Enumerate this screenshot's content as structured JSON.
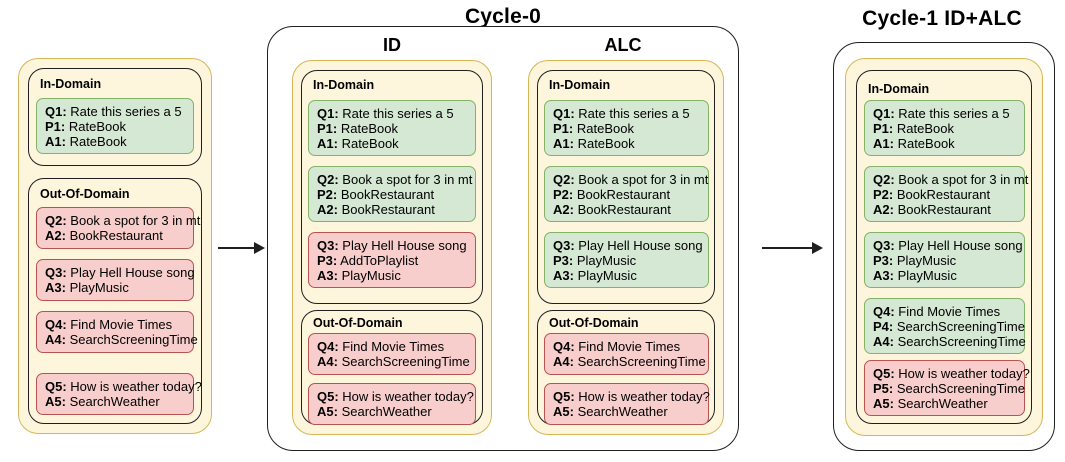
{
  "diagram": {
    "title_left": "",
    "titles": {
      "cycle0": "Cycle-0",
      "cycle1": "Cycle-1 ID+ALC"
    },
    "column_titles": {
      "id": "ID",
      "alc": "ALC"
    },
    "group_labels": {
      "in_domain": "In-Domain",
      "out_of_domain": "Out-Of-Domain"
    },
    "colors": {
      "panel_fill": "#fdf6dc",
      "panel_border": "#d6b656",
      "green_fill": "#d5e8d4",
      "green_border": "#82b366",
      "pink_fill": "#f8cecc",
      "pink_border": "#b85450",
      "outline": "#1f1f1f"
    }
  },
  "left_panel": {
    "in_domain": [
      {
        "tone": "green",
        "lines": [
          {
            "key": "Q1:",
            "value": "Rate this series a 5"
          },
          {
            "key": "P1:",
            "value": "RateBook"
          },
          {
            "key": "A1:",
            "value": "RateBook"
          }
        ]
      }
    ],
    "out_of_domain": [
      {
        "tone": "pink",
        "lines": [
          {
            "key": "Q2:",
            "value": "Book a spot for 3 in mt"
          },
          {
            "key": "A2:",
            "value": "BookRestaurant"
          }
        ]
      },
      {
        "tone": "pink",
        "lines": [
          {
            "key": "Q3:",
            "value": "Play Hell House song"
          },
          {
            "key": "A3:",
            "value": "PlayMusic"
          }
        ]
      },
      {
        "tone": "pink",
        "lines": [
          {
            "key": "Q4:",
            "value": "Find Movie Times"
          },
          {
            "key": "A4:",
            "value": "SearchScreeningTime"
          }
        ]
      },
      {
        "tone": "pink",
        "lines": [
          {
            "key": "Q5:",
            "value": "How is weather today?"
          },
          {
            "key": "A5:",
            "value": "SearchWeather"
          }
        ]
      }
    ]
  },
  "cycle0": {
    "id_column": {
      "in_domain": [
        {
          "tone": "green",
          "lines": [
            {
              "key": "Q1:",
              "value": "Rate this series a 5"
            },
            {
              "key": "P1:",
              "value": "RateBook"
            },
            {
              "key": "A1:",
              "value": "RateBook"
            }
          ]
        },
        {
          "tone": "green",
          "lines": [
            {
              "key": "Q2:",
              "value": "Book a spot for 3 in mt"
            },
            {
              "key": "P2:",
              "value": "BookRestaurant"
            },
            {
              "key": "A2:",
              "value": "BookRestaurant"
            }
          ]
        },
        {
          "tone": "pink",
          "lines": [
            {
              "key": "Q3:",
              "value": "Play Hell House song"
            },
            {
              "key": "P3:",
              "value": "AddToPlaylist"
            },
            {
              "key": "A3:",
              "value": "PlayMusic"
            }
          ]
        }
      ],
      "out_of_domain": [
        {
          "tone": "pink",
          "lines": [
            {
              "key": "Q4:",
              "value": "Find Movie Times"
            },
            {
              "key": "A4:",
              "value": "SearchScreeningTime"
            }
          ]
        },
        {
          "tone": "pink",
          "lines": [
            {
              "key": "Q5:",
              "value": "How is weather today?"
            },
            {
              "key": "A5:",
              "value": "SearchWeather"
            }
          ]
        }
      ]
    },
    "alc_column": {
      "in_domain": [
        {
          "tone": "green",
          "lines": [
            {
              "key": "Q1:",
              "value": "Rate this series a 5"
            },
            {
              "key": "P1:",
              "value": "RateBook"
            },
            {
              "key": "A1:",
              "value": "RateBook"
            }
          ]
        },
        {
          "tone": "green",
          "lines": [
            {
              "key": "Q2:",
              "value": "Book a spot for 3 in mt"
            },
            {
              "key": "P2:",
              "value": "BookRestaurant"
            },
            {
              "key": "A2:",
              "value": "BookRestaurant"
            }
          ]
        },
        {
          "tone": "green",
          "lines": [
            {
              "key": "Q3:",
              "value": "Play Hell House song"
            },
            {
              "key": "P3:",
              "value": "PlayMusic"
            },
            {
              "key": "A3:",
              "value": "PlayMusic"
            }
          ]
        }
      ],
      "out_of_domain": [
        {
          "tone": "pink",
          "lines": [
            {
              "key": "Q4:",
              "value": "Find Movie Times"
            },
            {
              "key": "A4:",
              "value": "SearchScreeningTime"
            }
          ]
        },
        {
          "tone": "pink",
          "lines": [
            {
              "key": "Q5:",
              "value": "How is weather today?"
            },
            {
              "key": "A5:",
              "value": "SearchWeather"
            }
          ]
        }
      ]
    }
  },
  "cycle1": {
    "in_domain": [
      {
        "tone": "green",
        "lines": [
          {
            "key": "Q1:",
            "value": "Rate this series a 5"
          },
          {
            "key": "P1:",
            "value": "RateBook"
          },
          {
            "key": "A1:",
            "value": "RateBook"
          }
        ]
      },
      {
        "tone": "green",
        "lines": [
          {
            "key": "Q2:",
            "value": "Book a spot for 3 in mt"
          },
          {
            "key": "P2:",
            "value": "BookRestaurant"
          },
          {
            "key": "A2:",
            "value": "BookRestaurant"
          }
        ]
      },
      {
        "tone": "green",
        "lines": [
          {
            "key": "Q3:",
            "value": "Play Hell House song"
          },
          {
            "key": "P3:",
            "value": "PlayMusic"
          },
          {
            "key": "A3:",
            "value": "PlayMusic"
          }
        ]
      },
      {
        "tone": "green",
        "lines": [
          {
            "key": "Q4:",
            "value": "Find Movie Times"
          },
          {
            "key": "P4:",
            "value": "SearchScreeningTime"
          },
          {
            "key": "A4:",
            "value": "SearchScreeningTime"
          }
        ]
      },
      {
        "tone": "pink",
        "lines": [
          {
            "key": "Q5:",
            "value": "How is weather today?"
          },
          {
            "key": "P5:",
            "value": "SearchScreeningTime"
          },
          {
            "key": "A5:",
            "value": "SearchWeather"
          }
        ]
      }
    ]
  }
}
